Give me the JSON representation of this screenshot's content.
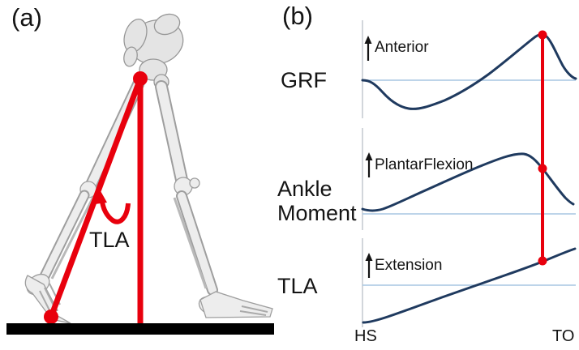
{
  "panels": {
    "a": {
      "label": "(a)",
      "angle_label": "TLA",
      "description_visible_elements": "skeleton of walking legs with red trailing-limb-angle annotation over black ground bar"
    },
    "b": {
      "label": "(b)",
      "rows": [
        {
          "id": "grf",
          "label_lines": [
            "GRF"
          ],
          "axis_annotation": "Anterior"
        },
        {
          "id": "ankle_moment",
          "label_lines": [
            "Ankle",
            "Moment"
          ],
          "axis_annotation": "PlantarFlexion"
        },
        {
          "id": "tla",
          "label_lines": [
            "TLA"
          ],
          "axis_annotation": "Extension"
        }
      ],
      "x_start_label": "HS",
      "x_end_label": "TO"
    }
  },
  "icons": {
    "up_arrow": "up-arrow-icon",
    "curved_angle_arrow": "curved-arrow-icon"
  },
  "colors": {
    "annotation_red": "#e8000d",
    "curve_navy": "#1f3a5f",
    "zero_line_blue": "#a7c6e2",
    "axis_gray": "#c7cbd2",
    "bone_fill": "#ededed",
    "bone_outline": "#9e9e9e",
    "ground_black": "#000000",
    "text_black": "#141414"
  },
  "chart_data": [
    {
      "type": "line",
      "title": "GRF",
      "direction_arrow_label": "Anterior",
      "x_axis_labels": {
        "start": "HS",
        "end": "TO"
      },
      "x_unit": "percent of stance (heel strike to toe off)",
      "x": [
        0,
        10,
        20,
        30,
        40,
        50,
        55,
        65,
        75,
        84,
        90,
        95,
        100
      ],
      "y": [
        0,
        -0.3,
        -0.62,
        -0.55,
        -0.35,
        -0.15,
        0,
        0.35,
        0.7,
        1.0,
        0.75,
        0.25,
        0.02
      ],
      "baseline": 0,
      "grid": false,
      "legend": false,
      "marker": {
        "x": 84,
        "y": 1.0,
        "color": "#e8000d",
        "note": "red vertical reference line through peak anterior GRF"
      }
    },
    {
      "type": "line",
      "title": "Ankle Moment",
      "direction_arrow_label": "PlantarFlexion",
      "x_axis_labels": {
        "start": "HS",
        "end": "TO"
      },
      "x_unit": "percent of stance (heel strike to toe off)",
      "x": [
        0,
        10,
        20,
        30,
        40,
        50,
        60,
        70,
        75,
        84,
        92,
        100
      ],
      "y": [
        0.1,
        0.07,
        0.15,
        0.3,
        0.45,
        0.6,
        0.75,
        0.93,
        1.0,
        0.78,
        0.42,
        0.18
      ],
      "baseline": 0,
      "grid": false,
      "legend": false,
      "marker": {
        "x": 84,
        "y": 0.78,
        "color": "#e8000d",
        "note": "red line crosses descending plantarflexion moment"
      }
    },
    {
      "type": "line",
      "title": "TLA",
      "direction_arrow_label": "Extension",
      "x_axis_labels": {
        "start": "HS",
        "end": "TO"
      },
      "x_unit": "percent of stance (heel strike to toe off)",
      "x": [
        0,
        10,
        20,
        30,
        40,
        50,
        60,
        70,
        84,
        100
      ],
      "y": [
        -0.85,
        -0.8,
        -0.62,
        -0.42,
        -0.22,
        -0.05,
        0.12,
        0.3,
        0.55,
        0.83
      ],
      "baseline": 0,
      "grid": false,
      "legend": false,
      "marker": {
        "x": 84,
        "y": 0.55,
        "color": "#e8000d",
        "note": "red line ends on rising TLA curve"
      }
    }
  ]
}
